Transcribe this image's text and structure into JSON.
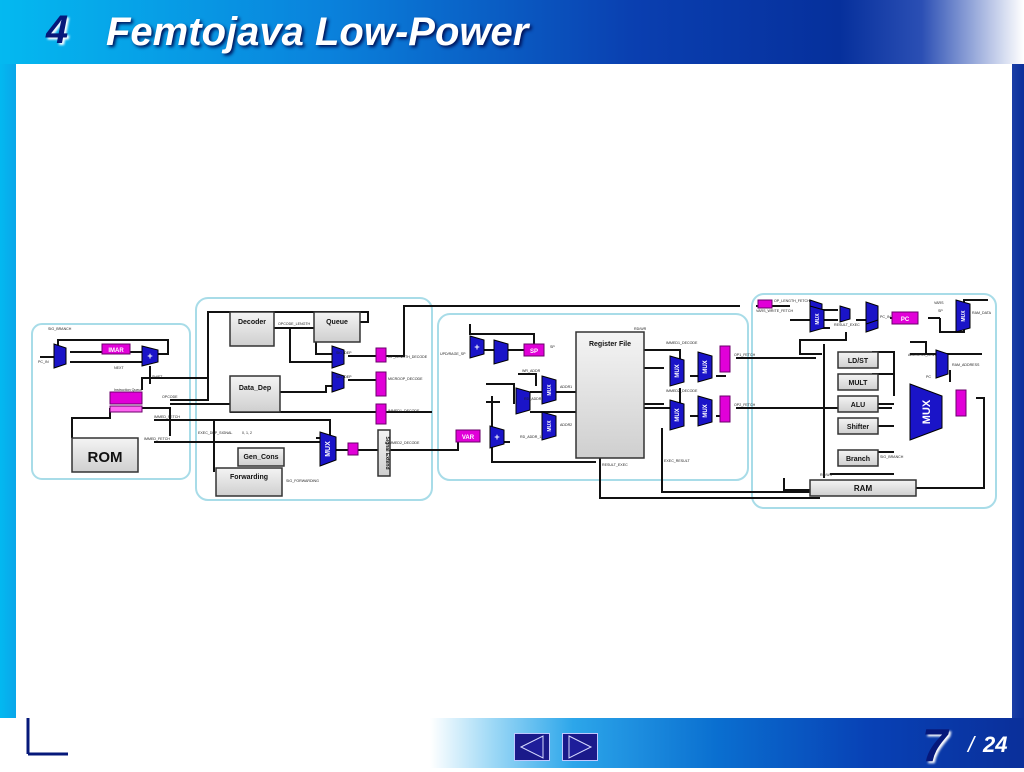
{
  "slide": {
    "section_number": "4",
    "title": "Femtojava Low-Power",
    "page_number": "7",
    "page_separator": "/",
    "page_total": "24"
  },
  "navigation": {
    "prev_icon": "triangle-left-icon",
    "next_icon": "triangle-right-icon"
  },
  "colors": {
    "title_shadow_blue": "#06187a",
    "mux_blue": "#1a14c8",
    "magenta": "#e100d8",
    "panel_border": "#a8dce8"
  },
  "diagram": {
    "blocks": {
      "rom": "ROM",
      "decoder": "Decoder",
      "queue": "Queue",
      "data_dep": "Data_Dep",
      "gen_cons": "Gen_Cons",
      "forwarding": "Forwarding",
      "signal_extend": "Signal Extend",
      "register_file": "Register File",
      "ldst": "LD/ST",
      "mult": "MULT",
      "alu": "ALU",
      "shifter": "Shifter",
      "branch": "Branch",
      "ram": "RAM"
    },
    "registers": {
      "imar": "IMAR",
      "sp": "SP",
      "var": "VAR",
      "pc": "PC"
    },
    "mux_label": "MUX",
    "signals": {
      "sig_branch": "SIG_BRANCH",
      "pc_in": "PC_IN",
      "next": "NEXT",
      "shift": "SHIFT",
      "instruction_queue": "Instruction Queue",
      "opcode": "OPCODE",
      "immed_fetch": "IMMED_FETCH",
      "immed2_fetch": "IMMED_FETCH",
      "opcode_length": "OPCODE_LENGTH",
      "sig_dep": "SIG_DEP",
      "sig_dep2": "SIG_DEP",
      "op_length_decode": "OP_LENGTH_DECODE",
      "microop_decode": "MICROOP_DECODE",
      "immed1_decode": "IMMED1_DECODE",
      "immed2_decode": "IMMED2_DECODE",
      "exec_dep_signal": "EXEC_DEP_SIGNAL",
      "const_vals": "0, 1, 2",
      "sig_forwarding": "SIG_FORWARDING",
      "upd_rage_sp": "UPD/RAGE_SP",
      "sp_out": "SP",
      "wr_addr": "WR_ADDR",
      "rd_addr": "RD_ADDR",
      "rd_addr_1": "RD_ADDR_1",
      "addr1": "ADDR1",
      "addr2": "ADDR2",
      "rdwr": "RD/WR",
      "immed1_decode_b": "IMMED1_DECODE",
      "immed2_decode_b": "IMMED2_DECODE",
      "op1_fetch": "OP1_FETCH",
      "op2_fetch": "OP2_FETCH",
      "exec_result": "EXEC_RESULT",
      "result_exec": "RESULT_EXEC",
      "op_length_fetch": "OP_LENGTH_FETCH",
      "vars_write_fetch": "VARS_WRITE_FETCH",
      "result_exec2": "RESULT_EXEC",
      "pc_in2": "PC_IN",
      "vars": "VARS",
      "sp2": "SP",
      "ram_data": "RAM_DATA",
      "address_lenth": "ADDRESS_LENT",
      "ram_address": "RAM_ADDRESS",
      "pc2": "PC",
      "sig_branch2": "SIG_BRANCH",
      "rdwr2": "RD/WR"
    }
  }
}
